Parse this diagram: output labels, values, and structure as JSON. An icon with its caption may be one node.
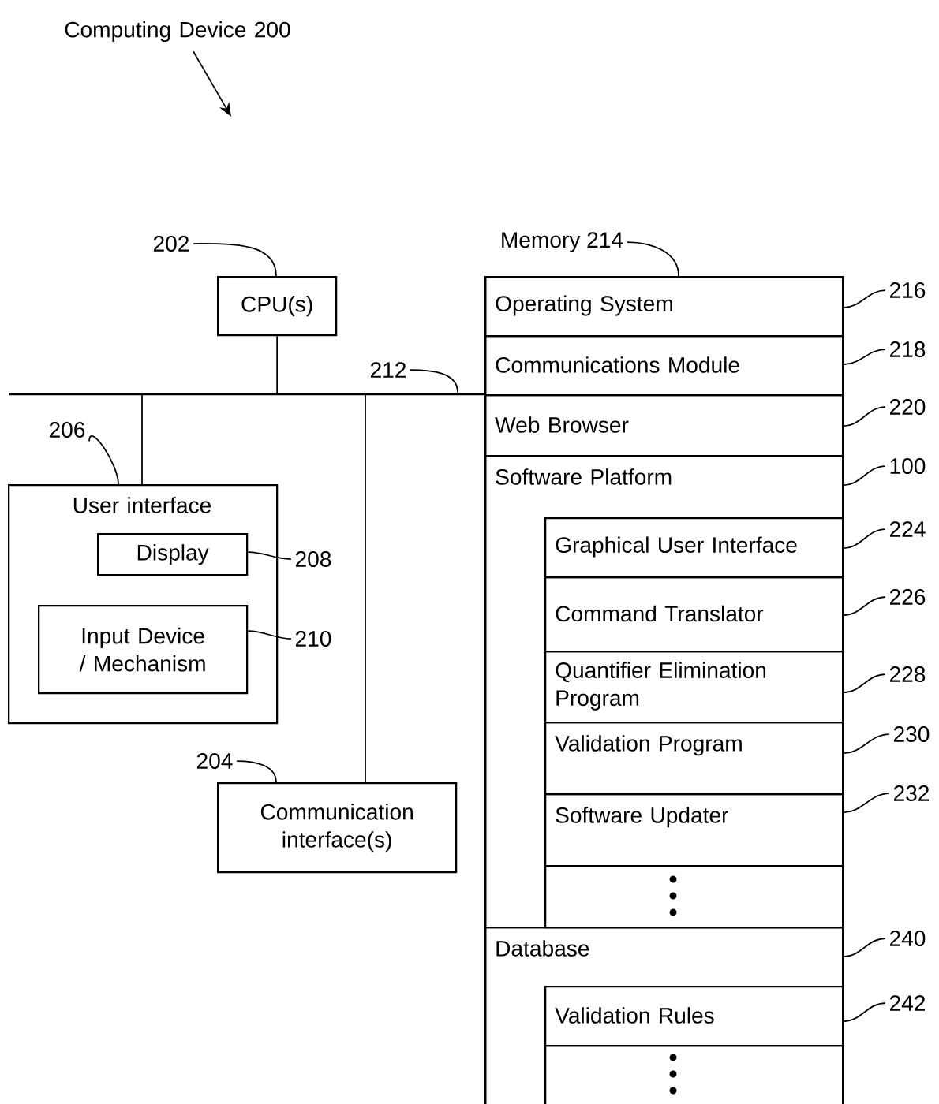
{
  "diagram": {
    "nodes": [
      {
        "text": [
          "Computing Device 200"
        ]
      },
      {
        "text": [
          "CPU(s)"
        ]
      },
      {
        "text": [],
        "shape": "bar"
      },
      {
        "text": [
          "User interface"
        ]
      },
      {
        "text": [
          "Display"
        ],
        "in": 3
      },
      {
        "text": [
          "Input Device / Mechanism"
        ],
        "in": 3
      },
      {
        "text": [
          "Communication interface(s)"
        ]
      },
      {
        "text": [],
        "shape": "box"
      },
      {
        "text": [
          "Operating System"
        ],
        "in": 7
      },
      {
        "text": [
          "Communications Module"
        ],
        "in": 7
      },
      {
        "text": [
          "Web Browser"
        ],
        "in": 7
      },
      {
        "text": [
          "Software Platform"
        ],
        "in": 7
      },
      {
        "text": [
          "Graphical User Interface"
        ],
        "in": 11
      },
      {
        "text": [
          "Command Translator"
        ],
        "in": 11
      },
      {
        "text": [
          "Quantifier Elimination Program"
        ],
        "in": 11
      },
      {
        "text": [
          "Validation Program"
        ],
        "in": 11
      },
      {
        "text": [
          "Software Updater"
        ],
        "in": 11
      },
      {
        "text": [],
        "shape": "box",
        "in": 11
      },
      {
        "text": [
          "Database"
        ],
        "in": 7
      },
      {
        "text": [
          "Validation Rules"
        ],
        "in": 18
      },
      {
        "text": [],
        "shape": "box",
        "in": 18
      },
      {
        "text": [
          "202"
        ]
      },
      {
        "text": [
          "212"
        ]
      },
      {
        "text": [
          "206"
        ]
      },
      {
        "text": [
          "208"
        ]
      },
      {
        "text": [
          "210"
        ]
      },
      {
        "text": [
          "204"
        ]
      },
      {
        "text": [
          "Memory 214"
        ]
      },
      {
        "text": [
          "216"
        ]
      },
      {
        "text": [
          "218"
        ]
      },
      {
        "text": [
          "220"
        ]
      },
      {
        "text": [
          "100"
        ]
      },
      {
        "text": [
          "224"
        ]
      },
      {
        "text": [
          "226"
        ]
      },
      {
        "text": [
          "228"
        ]
      },
      {
        "text": [
          "230"
        ]
      },
      {
        "text": [
          "232"
        ]
      },
      {
        "text": [
          "240"
        ]
      },
      {
        "text": [
          "242"
        ]
      }
    ],
    "edges": [
      {
        "from": 0,
        "to": null,
        "arrow": "to"
      },
      {
        "from": 1,
        "to": 2,
        "arrow": "none"
      },
      {
        "from": 3,
        "to": 2,
        "arrow": "none"
      },
      {
        "from": 6,
        "to": 2,
        "arrow": "none"
      },
      {
        "from": 21,
        "to": 1,
        "arrow": "none"
      },
      {
        "from": 22,
        "to": 2,
        "arrow": "none"
      },
      {
        "from": 23,
        "to": 3,
        "arrow": "none"
      },
      {
        "from": 24,
        "to": 4,
        "arrow": "none"
      },
      {
        "from": 25,
        "to": 5,
        "arrow": "none"
      },
      {
        "from": 26,
        "to": 6,
        "arrow": "none"
      },
      {
        "from": 27,
        "to": 7,
        "arrow": "none"
      },
      {
        "from": 28,
        "to": 8,
        "arrow": "none"
      },
      {
        "from": 29,
        "to": 9,
        "arrow": "none"
      },
      {
        "from": 30,
        "to": 10,
        "arrow": "none"
      },
      {
        "from": 31,
        "to": 11,
        "arrow": "none"
      },
      {
        "from": 32,
        "to": 12,
        "arrow": "none"
      },
      {
        "from": 33,
        "to": 13,
        "arrow": "none"
      },
      {
        "from": 34,
        "to": 14,
        "arrow": "none"
      },
      {
        "from": 35,
        "to": 15,
        "arrow": "none"
      },
      {
        "from": 36,
        "to": 16,
        "arrow": "none"
      },
      {
        "from": 37,
        "to": 18,
        "arrow": "none"
      },
      {
        "from": 38,
        "to": 19,
        "arrow": "none"
      }
    ]
  }
}
